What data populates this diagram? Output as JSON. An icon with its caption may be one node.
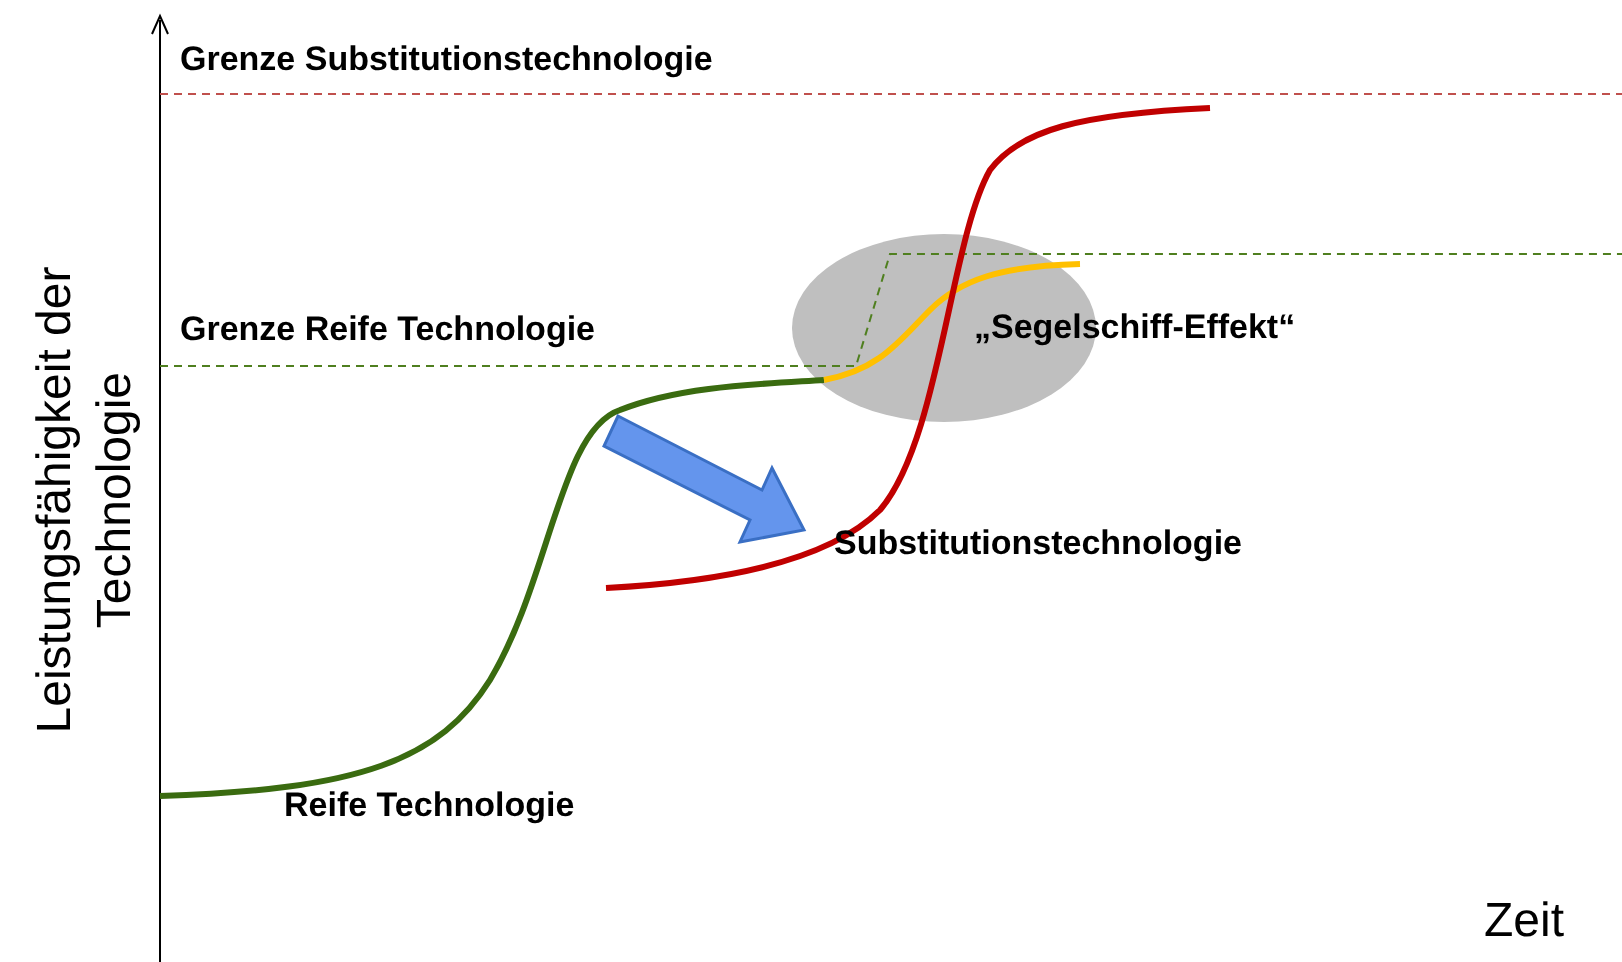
{
  "diagram": {
    "labels": [
      "Grenze Substitutionstechnologie",
      "Grenze Reife Technologie",
      "„Segelschiff-Effekt“",
      "Substitutionstechnologie",
      "Reife Technologie",
      "Leistungsfähigkeit der Technologie",
      "Zeit"
    ]
  }
}
